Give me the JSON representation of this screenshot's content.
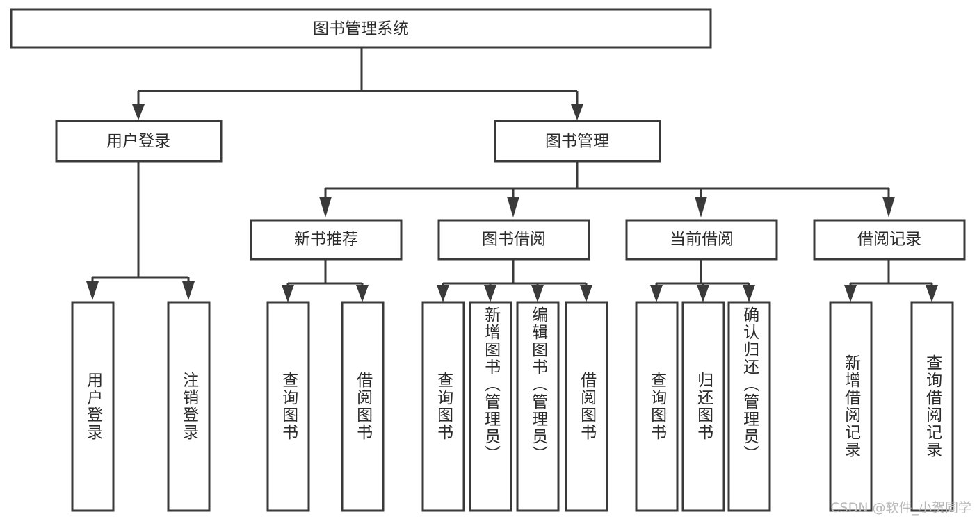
{
  "diagram": {
    "title": "图书管理系统",
    "watermark": "CSDN @软件_小贺同学",
    "accent_color": "#3a3a3a",
    "text_color": "#2b2b2b",
    "background_color": "#ffffff",
    "watermark_color": "#b9b9b9"
  },
  "root": {
    "label": "图书管理系统"
  },
  "level1": [
    {
      "label": "用户登录"
    },
    {
      "label": "图书管理"
    }
  ],
  "level2": [
    {
      "label": "新书推荐"
    },
    {
      "label": "图书借阅"
    },
    {
      "label": "当前借阅"
    },
    {
      "label": "借阅记录"
    }
  ],
  "leaves": {
    "user_login": [
      {
        "label": "用户登录"
      },
      {
        "label": "注销登录"
      }
    ],
    "new_book": [
      {
        "label": "查询图书"
      },
      {
        "label": "借阅图书"
      }
    ],
    "borrow_book": [
      {
        "label": "查询图书"
      },
      {
        "label": "新增图书（管理员）"
      },
      {
        "label": "编辑图书（管理员）"
      },
      {
        "label": "借阅图书"
      }
    ],
    "current_borrow": [
      {
        "label": "查询图书"
      },
      {
        "label": "归还图书"
      },
      {
        "label": "确认归还（管理员）"
      }
    ],
    "borrow_record": [
      {
        "label": "新增借阅记录"
      },
      {
        "label": "查询借阅记录"
      }
    ]
  }
}
